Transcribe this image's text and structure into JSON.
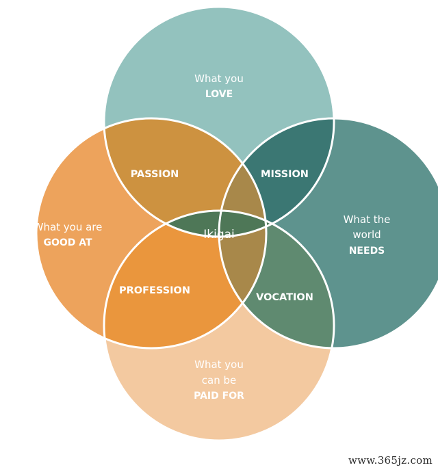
{
  "circles": {
    "top": {
      "line1": "What you",
      "line2": "LOVE",
      "color": "#93c2be"
    },
    "left": {
      "line1": "What you are",
      "line2": "GOOD AT",
      "color": "#eda35c"
    },
    "right": {
      "line1": "What the",
      "line2": "world",
      "line3": "NEEDS",
      "color": "#5e938e"
    },
    "bottom": {
      "line1": "What you",
      "line2": "can be",
      "line3": "PAID FOR",
      "color": "#f3c9a0"
    }
  },
  "zones": {
    "passion": {
      "label": "PASSION",
      "color": "#cd9240"
    },
    "mission": {
      "label": "MISSION",
      "color": "#3b7773"
    },
    "profession": {
      "label": "PROFESSION",
      "color": "#ea963d"
    },
    "vocation": {
      "label": "VOCATION",
      "color": "#5f8a70"
    }
  },
  "center": {
    "label": "Ikigai",
    "color": "#4e7757"
  },
  "lens_colors": {
    "top_bottom": "#4e7757",
    "left_right": "#a8884a"
  },
  "outline_color": "#ffffff",
  "watermark": "www.365jz.com"
}
